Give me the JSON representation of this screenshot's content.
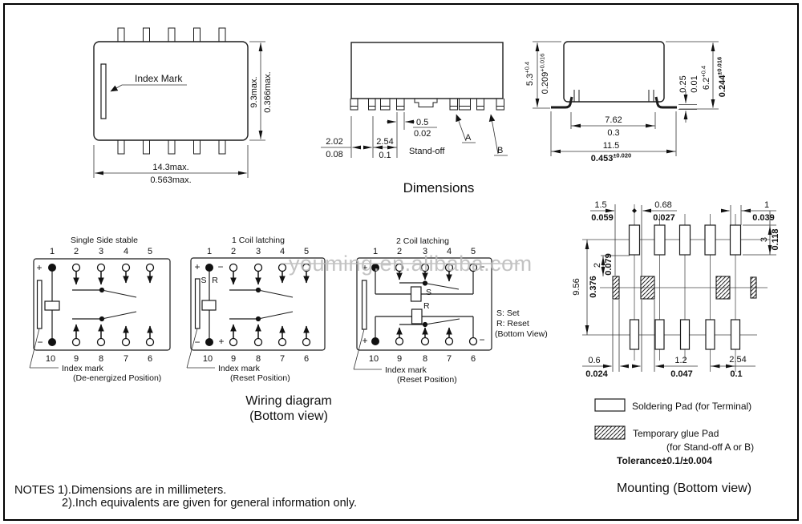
{
  "watermark": {
    "text": "youming.en.alibaba.com"
  },
  "section_titles": {
    "dimensions": "Dimensions",
    "wiring": "Wiring diagram",
    "wiring_sub": "(Bottom view)",
    "mounting": "Mounting (Bottom view)"
  },
  "package_view": {
    "index_mark_label": "Index Mark",
    "height_mm": "9.3max.",
    "height_in": "0.366max.",
    "width_mm": "14.3max.",
    "width_in": "0.563max."
  },
  "side_view": {
    "dim1_mm": "2.02",
    "dim1_in": "0.08",
    "dim2_mm": "2.54",
    "dim2_in": "0.1",
    "dim3_mm": "0.5",
    "dim3_in": "0.02",
    "standoff_label": "Stand-off",
    "label_a": "A",
    "label_b": "B"
  },
  "end_view": {
    "height_mm": "5.3",
    "height_mm_tol": "+0.4",
    "height_in": "0.209",
    "height_in_tol": "+0.016",
    "lead_mm": "0.25",
    "lead_in": "0.01",
    "total_mm": "6.2",
    "total_mm_tol": "+0.4",
    "total_in": "0.244",
    "total_in_tol": "±0.016",
    "pitch_mm": "7.62",
    "pitch_in": "0.3",
    "width_mm": "11.5",
    "width_in": "0.453",
    "width_in_tol": "±0.020"
  },
  "wiring": {
    "pins_top": [
      "1",
      "2",
      "3",
      "4",
      "5"
    ],
    "pins_bottom": [
      "10",
      "9",
      "8",
      "7",
      "6"
    ],
    "plus": "+",
    "minus": "−",
    "diagram1": {
      "title": "Single Side stable",
      "index_label": "Index mark",
      "position": "(De-energized Position)"
    },
    "diagram2": {
      "title": "1 Coil latching",
      "s": "S",
      "r": "R",
      "index_label": "Index mark",
      "position": "(Reset Position)"
    },
    "diagram3": {
      "title": "2 Coil latching",
      "s": "S",
      "r": "R",
      "index_label": "Index mark",
      "position": "(Reset Position)",
      "legend_s": "S: Set",
      "legend_r": "R: Reset",
      "legend_view": "(Bottom View)"
    }
  },
  "mounting": {
    "d_15_mm": "1.5",
    "d_15_in": "0.059",
    "d_068_mm": "0.68",
    "d_068_in": "0.027",
    "d_1_mm": "1",
    "d_1_in": "0.039",
    "d_3_mm": "3",
    "d_3_in": "0.118",
    "d_2_mm": "2",
    "d_2_in": "0.079",
    "d_956_mm": "9.56",
    "d_956_in": "0.376",
    "d_06_mm": "0.6",
    "d_06_in": "0.024",
    "d_12_mm": "1.2",
    "d_12_in": "0.047",
    "d_254_mm": "2.54",
    "d_254_in": "0.1",
    "legend_soldering": "Soldering Pad (for Terminal)",
    "legend_glue_1": "Temporary glue Pad",
    "legend_glue_2": "(for Stand-off A or B)",
    "tolerance": "Tolerance±0.1/±0.004"
  },
  "notes": {
    "line1": "NOTES 1).Dimensions are in millimeters.",
    "line2": "2).Inch equivalents are given for general information only."
  }
}
